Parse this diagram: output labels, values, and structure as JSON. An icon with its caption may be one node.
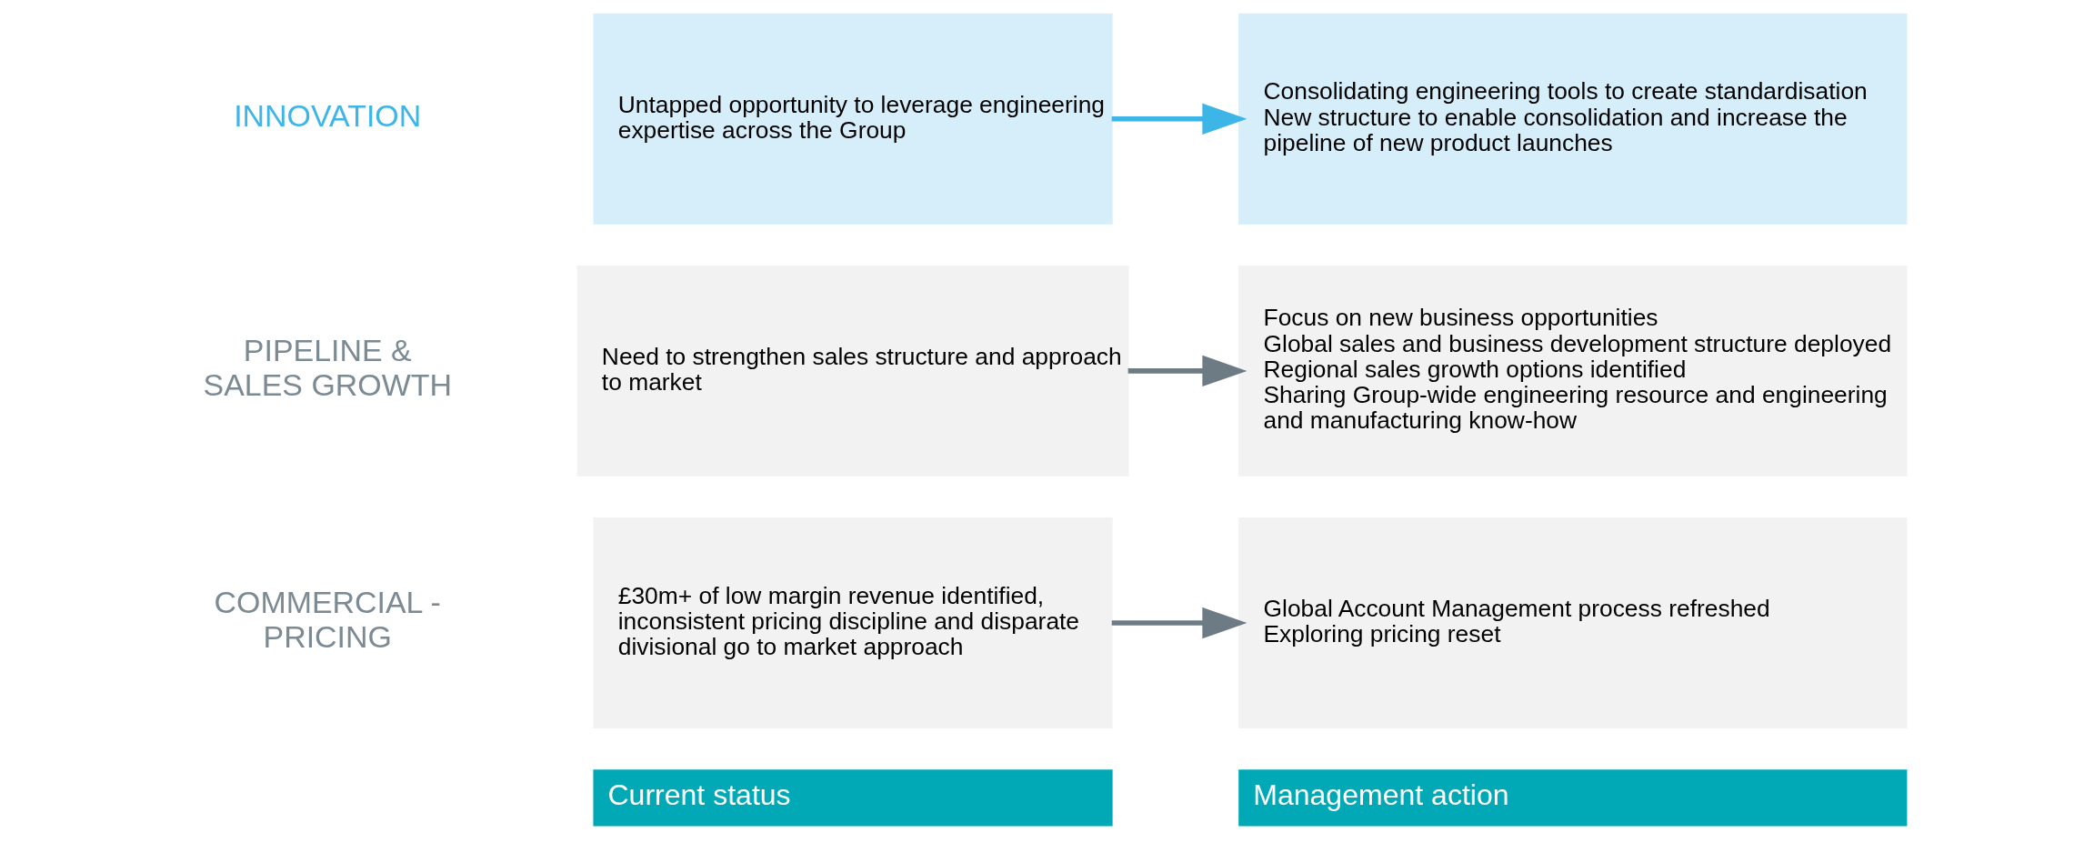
{
  "diagram": {
    "nodes": [
      {
        "text": [
          "Current status"
        ]
      },
      {
        "text": [
          "Management action"
        ]
      },
      {
        "text": [
          "£30m+ of low margin revenue identified, inconsistent pricing discipline and disparate divisional go to market approach"
        ]
      },
      {
        "text": [
          "Global Account Management process refreshed",
          "Exploring pricing reset"
        ]
      },
      {
        "text": [
          "Need to strengthen sales structure and approach to market"
        ]
      },
      {
        "text": [
          "Focus on new business opportunities",
          "Global sales and business development structure deployed",
          "Regional sales growth options identified",
          "Sharing Group-wide engineering resource and engineering and manufacturing know-how"
        ]
      },
      {
        "text": [
          "Untapped opportunity to leverage engineering expertise across the Group"
        ]
      },
      {
        "text": [
          "Consolidating engineering tools to create standardisation",
          "New structure to enable consolidation and increase the pipeline of new product launches"
        ]
      }
    ],
    "edges": [
      {
        "from": 2,
        "to": 3,
        "arrow": "to"
      },
      {
        "from": 4,
        "to": 5,
        "arrow": "to"
      },
      {
        "from": 6,
        "to": 7,
        "arrow": "to",
        "color": "#3db5e6"
      }
    ],
    "labels": [
      "COMMERCIAL - PRICING",
      "PIPELINE & SALES GROWTH",
      "INNOVATION"
    ]
  }
}
